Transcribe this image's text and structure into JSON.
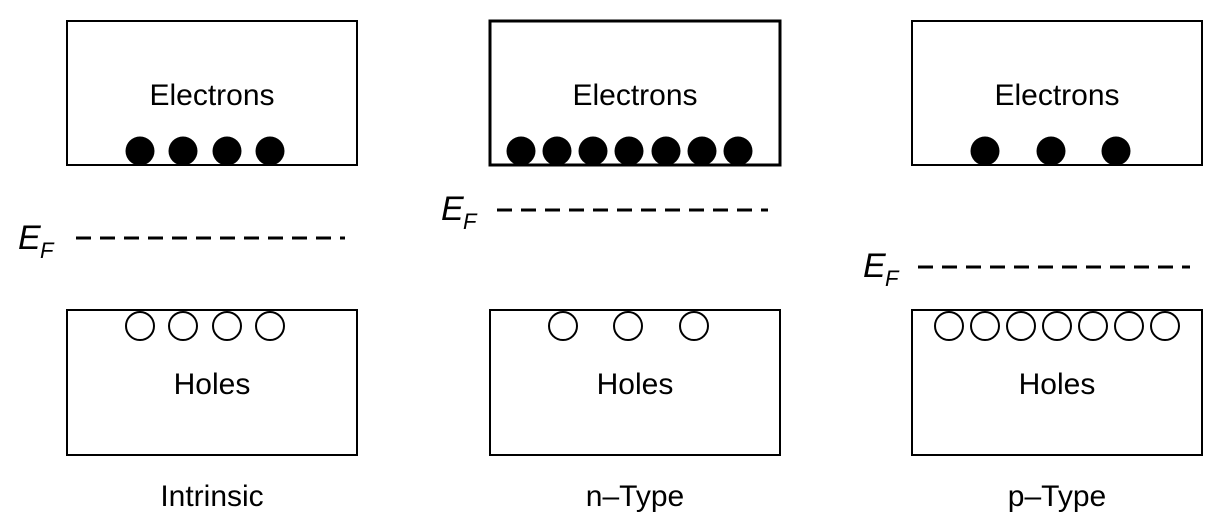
{
  "panels": [
    {
      "caption": "Intrinsic",
      "conduction_label": "Electrons",
      "valence_label": "Holes",
      "electron_count": 4,
      "hole_count": 4,
      "fermi_symbol": "E",
      "fermi_subscript": "F",
      "fermi_level": "mid-gap"
    },
    {
      "caption": "n–Type",
      "conduction_label": "Electrons",
      "valence_label": "Holes",
      "electron_count": 7,
      "hole_count": 3,
      "fermi_symbol": "E",
      "fermi_subscript": "F",
      "fermi_level": "near conduction band"
    },
    {
      "caption": "p–Type",
      "conduction_label": "Electrons",
      "valence_label": "Holes",
      "electron_count": 3,
      "hole_count": 7,
      "fermi_symbol": "E",
      "fermi_subscript": "F",
      "fermi_level": "near valence band"
    }
  ],
  "colors": {
    "line": "#000000",
    "background": "#ffffff",
    "electron_fill": "#000000",
    "hole_fill": "#ffffff"
  }
}
